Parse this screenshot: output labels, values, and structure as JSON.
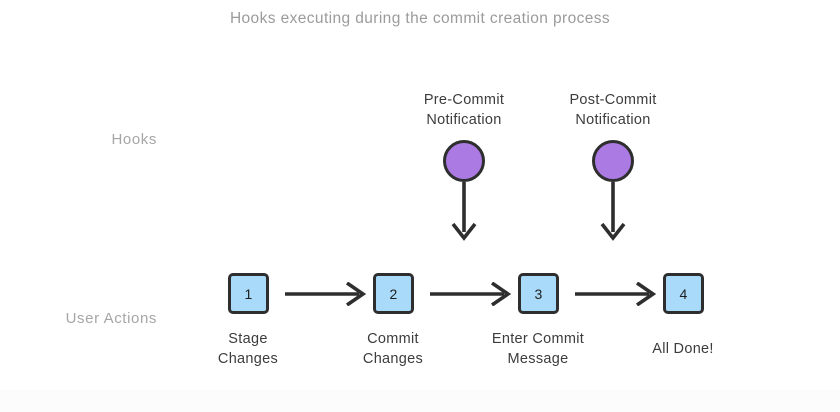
{
  "title": "Hooks executing during the commit creation process",
  "colors": {
    "background": "#ffffff",
    "title_text": "#9b9b9b",
    "row_label_text": "#a6a6a6",
    "label_text": "#3c3c3c",
    "hook_circle_fill": "#ab7ae3",
    "step_box_fill": "#a9daf9",
    "stroke_dark": "#2e2e2e"
  },
  "rows": {
    "hooks_label": "Hooks",
    "user_actions_label": "User Actions"
  },
  "hooks": [
    {
      "name": "pre-commit",
      "label_line1": "Pre-Commit",
      "label_line2": "Notification",
      "marker": "circle",
      "attaches_to_step": 2
    },
    {
      "name": "post-commit",
      "label_line1": "Post-Commit",
      "label_line2": "Notification",
      "marker": "circle",
      "attaches_to_step": 3
    }
  ],
  "steps": [
    {
      "number": "1",
      "label_line1": "Stage",
      "label_line2": "Changes"
    },
    {
      "number": "2",
      "label_line1": "Commit",
      "label_line2": "Changes"
    },
    {
      "number": "3",
      "label_line1": "Enter Commit",
      "label_line2": "Message"
    },
    {
      "number": "4",
      "label_line1": "All Done!",
      "label_line2": ""
    }
  ],
  "connectors": {
    "horizontal_count": 3,
    "vertical_count": 2,
    "direction": "downward"
  }
}
